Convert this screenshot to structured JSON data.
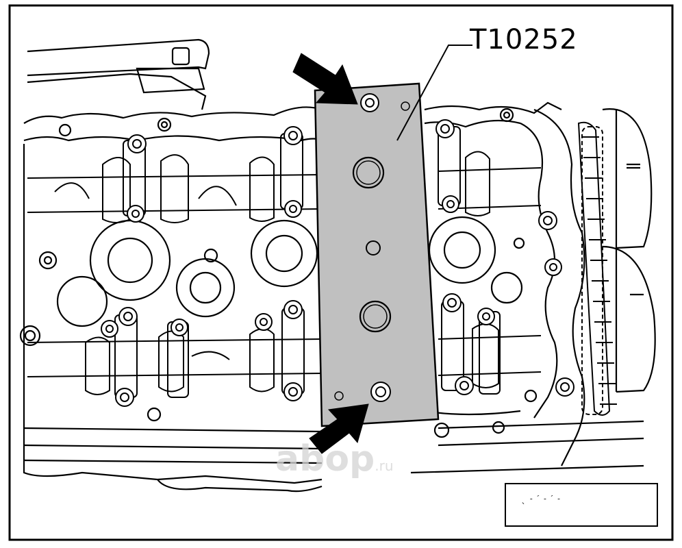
{
  "diagram": {
    "callout_label": "T10252",
    "watermark": "abop",
    "watermark_suffix": ".ru",
    "figure_id": "ˎ˗ˊ˗ˊ˗"
  },
  "colors": {
    "tool_plate_fill": "#c0c0c0",
    "line": "#000000",
    "background": "#ffffff",
    "arrow": "#000000"
  },
  "parts": [
    {
      "name": "special-tool-plate",
      "label": "T10252"
    },
    {
      "name": "engine-cylinder-head"
    },
    {
      "name": "camshaft-left"
    },
    {
      "name": "camshaft-right"
    },
    {
      "name": "timing-chain"
    },
    {
      "name": "camshaft-sprocket"
    },
    {
      "name": "arrow-top-bolt"
    },
    {
      "name": "arrow-bottom-bolt"
    }
  ]
}
